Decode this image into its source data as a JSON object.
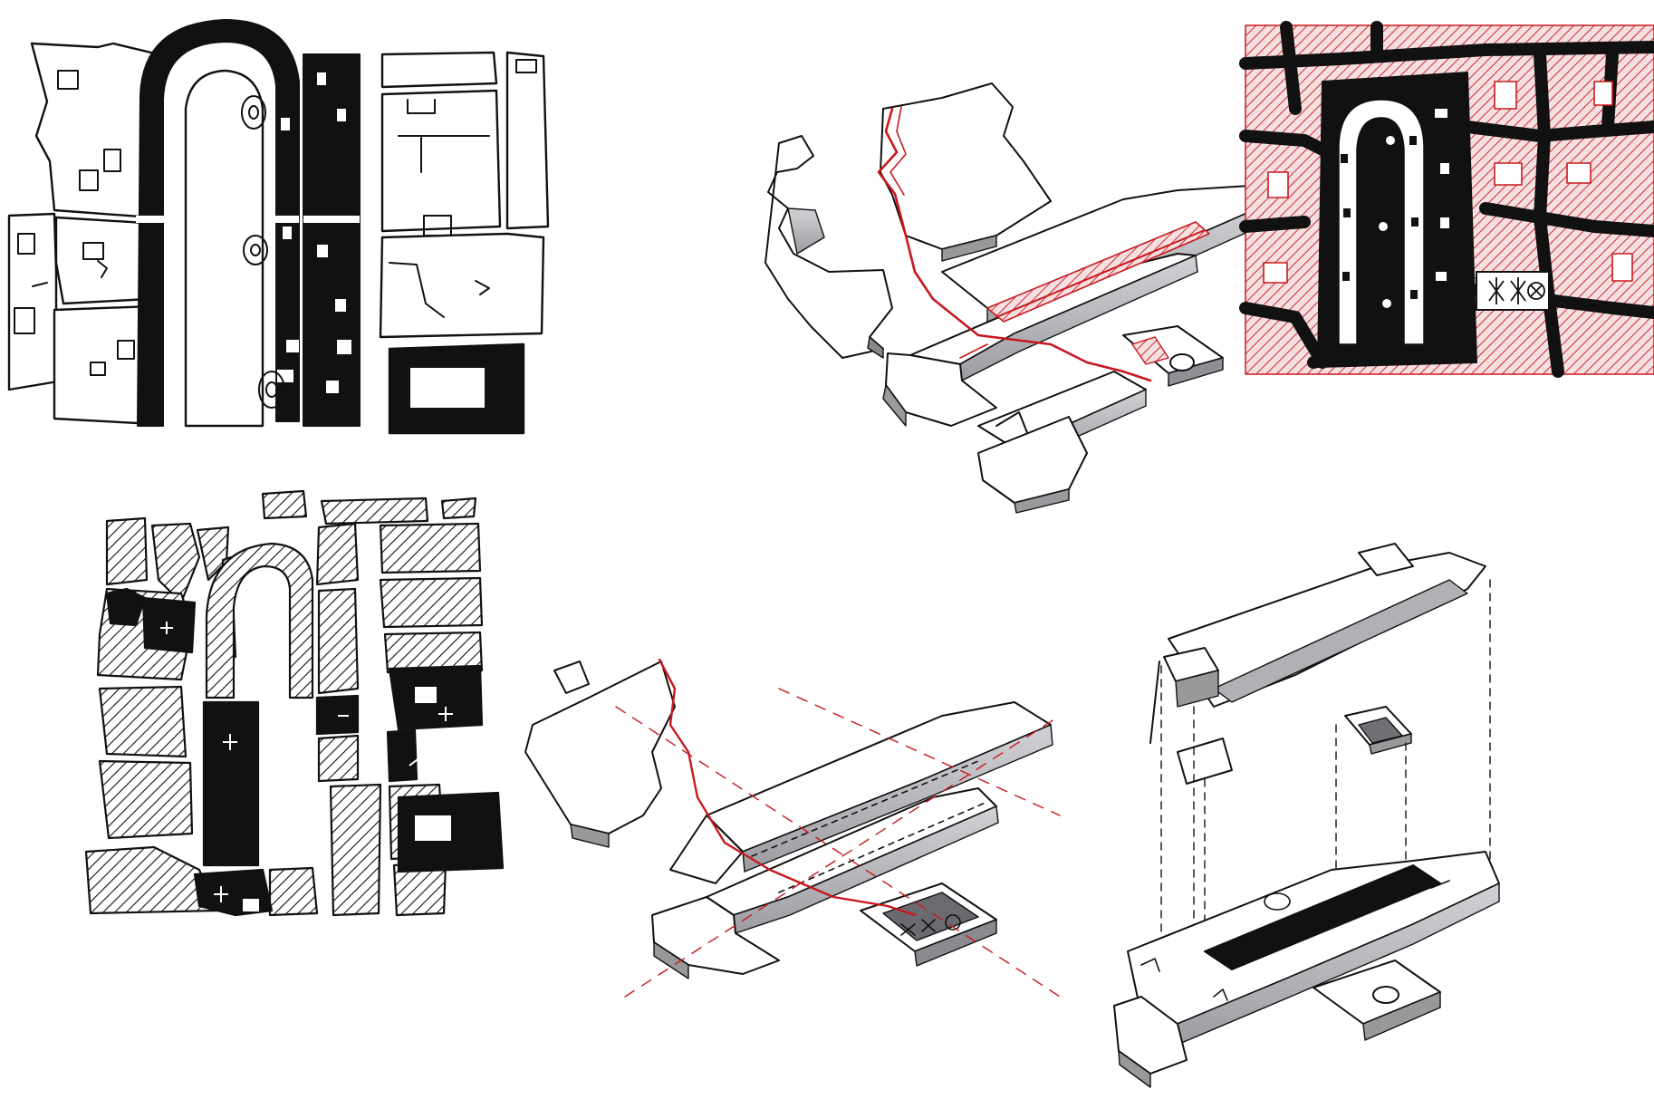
{
  "sheet": {
    "description_visible_text": "",
    "panels": [
      {
        "id": "figure-ground-plan"
      },
      {
        "id": "axonometric-red-route"
      },
      {
        "id": "red-hatched-city-plan"
      },
      {
        "id": "hatched-plan"
      },
      {
        "id": "axonometric-dashed-axes"
      },
      {
        "id": "exploded-axonometric"
      }
    ]
  },
  "colors": {
    "ink": "#111111",
    "red": "#c8181e",
    "pink": "#f6dfe0",
    "grey": "#b9b9bd",
    "dark_grey": "#4a4a4e",
    "paper": "#ffffff"
  }
}
